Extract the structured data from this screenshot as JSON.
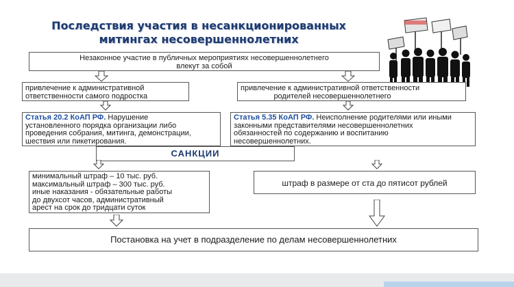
{
  "title": {
    "line1": "Последствия участия в несанкционированных",
    "line2": "митингах несовершеннолетних"
  },
  "top_box": {
    "line1": "Незаконное участие в публичных мероприятиях несовершеннолетнего",
    "line2": "влекут за собой"
  },
  "left_branch": {
    "header_line1": "привлечение к административной",
    "header_line2": "ответственности самого подростка",
    "article_title": "Статья 20.2 КоАП РФ.",
    "article_text_1": " Нарушение",
    "article_text_2": "установленного порядка организации либо",
    "article_text_3": "проведения собрания, митинга, демонстрации,",
    "article_text_4": "шествия или пикетирования.",
    "sanction_1": "минимальный штраф – 10 тыс. руб.",
    "sanction_2": "максимальный штраф – 300 тыс. руб.",
    "sanction_3": "иные наказания - обязательные работы",
    "sanction_4": "до двухсот часов, административный",
    "sanction_5": "арест на срок до тридцати суток"
  },
  "right_branch": {
    "header_line1": "привлечение к административной ответственности",
    "header_line2": "родителей несовершеннолетнего",
    "article_title": "Статья 5.35 КоАП РФ.",
    "article_text_1": " Неисполнение родителями или иными",
    "article_text_2": "законными представителями несовершеннолетних",
    "article_text_3": "обязанностей по содержанию и воспитанию",
    "article_text_4": "несовершеннолетних.",
    "sanction": "штраф в размере от ста до пятисот рублей"
  },
  "sanctions_label": "САНКЦИИ",
  "final_box": "Постановка на учет в подразделение по делам несовершеннолетних",
  "colors": {
    "title": "#1f3b6e",
    "article_highlight": "#1f4fa0",
    "border": "#555555"
  },
  "illustration": "protest-crowd-icon"
}
